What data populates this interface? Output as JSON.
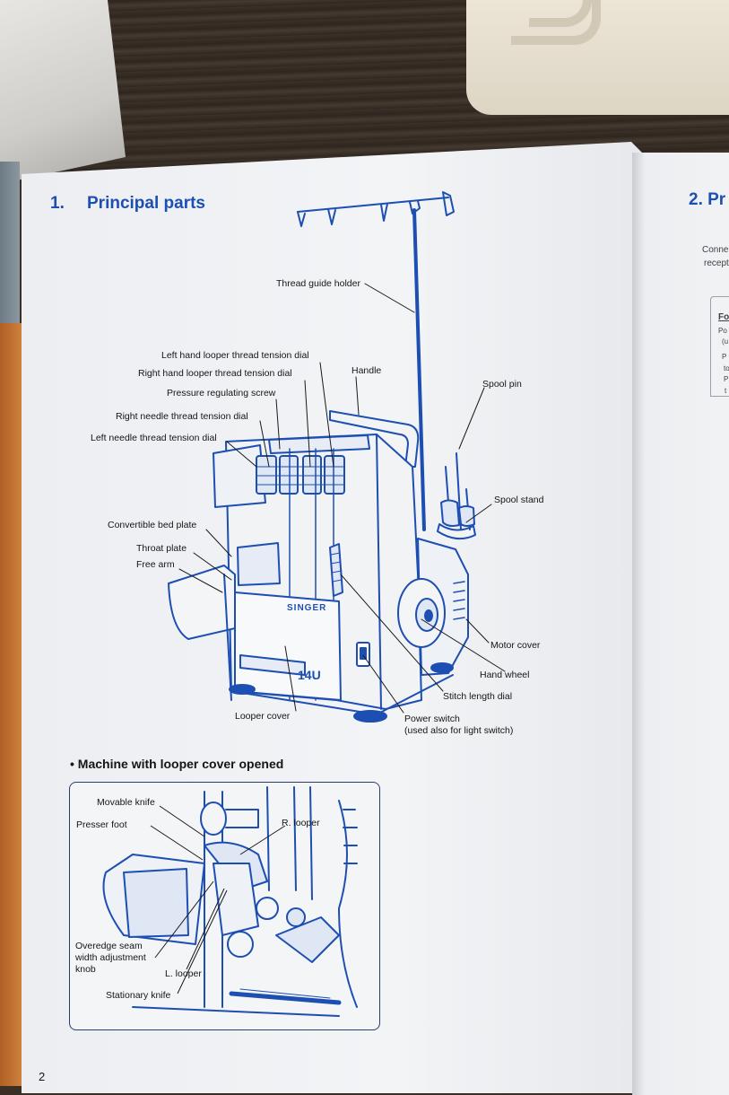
{
  "page": {
    "heading_number": "1.",
    "heading_title": "Principal parts",
    "next_heading": "2. Pr",
    "page_number": "2"
  },
  "next_page_snippets": {
    "line1": "Conne",
    "line2": "recept",
    "box_line1": "Fo",
    "box_line2": "Po",
    "box_line3": "(u",
    "box_line4": "P",
    "box_line5": "to",
    "box_line6": "P",
    "box_line7": "t"
  },
  "main_diagram": {
    "brand": "SINGER",
    "model": "14U",
    "labels": {
      "thread_guide_holder": "Thread guide holder",
      "left_looper_tension": "Left hand looper thread tension dial",
      "right_looper_tension": "Right hand looper thread tension dial",
      "handle": "Handle",
      "pressure_screw": "Pressure regulating screw",
      "spool_pin": "Spool pin",
      "right_needle_tension": "Right needle thread tension dial",
      "left_needle_tension": "Left needle thread tension dial",
      "spool_stand": "Spool stand",
      "convertible_bed_plate": "Convertible bed plate",
      "throat_plate": "Throat plate",
      "free_arm": "Free arm",
      "motor_cover": "Motor cover",
      "hand_wheel": "Hand wheel",
      "stitch_length_dial": "Stitch length dial",
      "looper_cover": "Looper cover",
      "power_switch": "Power switch",
      "power_switch_note": "(used also for light switch)"
    }
  },
  "inset": {
    "title": "Machine with looper cover opened",
    "labels": {
      "movable_knife": "Movable knife",
      "presser_foot": "Presser foot",
      "r_looper": "R. looper",
      "overedge_line1": "Overedge seam",
      "overedge_line2": "width adjustment",
      "overedge_line3": "knob",
      "l_looper": "L. looper",
      "stationary_knife": "Stationary knife"
    }
  },
  "colors": {
    "ink_blue": "#1d4fb3",
    "paper": "#f0f1f4",
    "wood": "#3b3129"
  }
}
